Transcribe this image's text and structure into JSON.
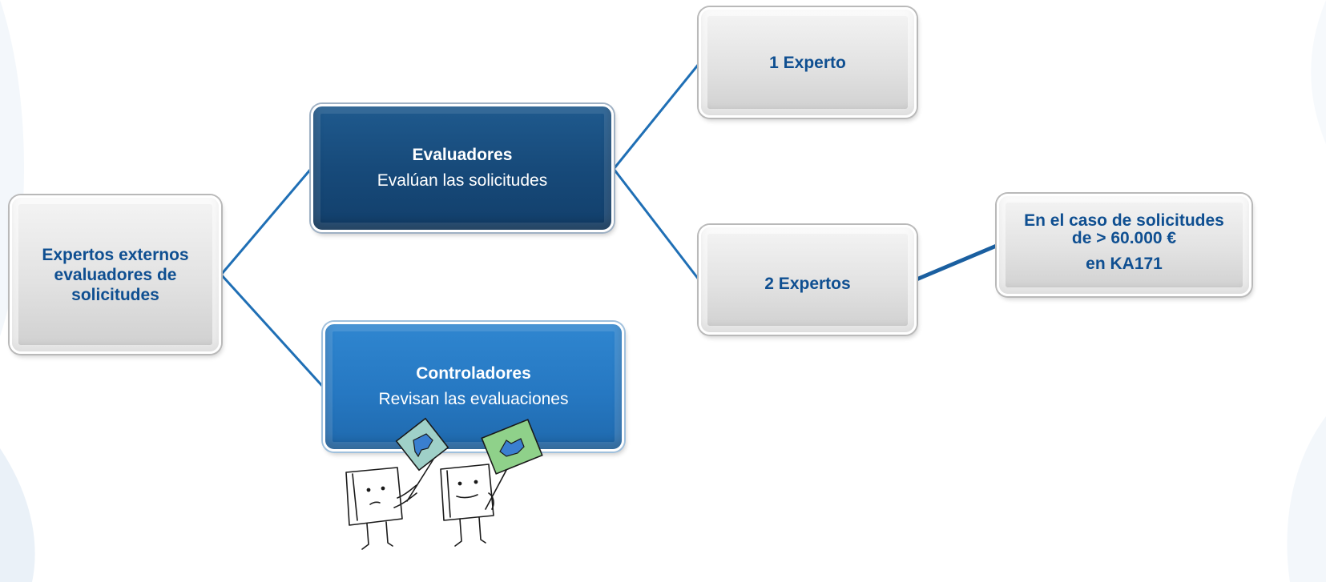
{
  "colors": {
    "connector": "#1f6fb5",
    "grey_text": "#0f4f91",
    "dark_box": "#174a7a",
    "blue_box": "#2678c2",
    "sign_blue_fill": "#9fd0c8",
    "sign_green_fill": "#8fd18a",
    "thumb_blue": "#3a7fd0"
  },
  "nodes": {
    "root": {
      "label": "Expertos externos evaluadores de solicitudes"
    },
    "evaluadores": {
      "title": "Evaluadores",
      "subtitle": "Evalúan las solicitudes"
    },
    "controladores": {
      "title": "Controladores",
      "subtitle": "Revisan las evaluaciones"
    },
    "one_expert": {
      "label": "1 Experto"
    },
    "two_experts": {
      "label": "2 Expertos"
    },
    "note": {
      "line1": "En el caso de solicitudes",
      "line2": "de > 60.000 €",
      "line3": "en KA171"
    }
  },
  "illustration": {
    "icons": [
      "thumbs-down-sign-icon",
      "thumbs-up-sign-icon"
    ]
  }
}
